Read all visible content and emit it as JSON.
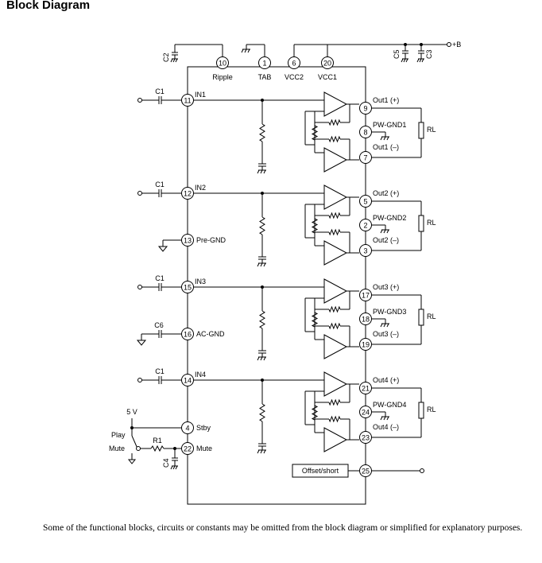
{
  "title": "Block Diagram",
  "caption": "Some of the functional blocks, circuits or constants may be omitted from the block diagram or simplified for explanatory purposes.",
  "top": {
    "supply": "+B",
    "c2": "C2",
    "c5": "C5",
    "c3": "C3",
    "ripple_pin": "10",
    "ripple": "Ripple",
    "tab_pin": "1",
    "tab": "TAB",
    "vcc2_pin": "6",
    "vcc2": "VCC2",
    "vcc1_pin": "20",
    "vcc1": "VCC1"
  },
  "inputs": [
    {
      "cap": "C1",
      "pin": "11",
      "name": "IN1"
    },
    {
      "cap": "C1",
      "pin": "12",
      "name": "IN2"
    },
    {
      "cap": "C1",
      "pin": "15",
      "name": "IN3"
    },
    {
      "cap": "C1",
      "pin": "14",
      "name": "IN4"
    }
  ],
  "pregnd": {
    "pin": "13",
    "name": "Pre-GND"
  },
  "acgnd": {
    "cap": "C6",
    "pin": "16",
    "name": "AC-GND"
  },
  "stby": {
    "supply": "5 V",
    "pin": "4",
    "name": "Stby"
  },
  "mute": {
    "play": "Play",
    "mute": "Mute",
    "r1": "R1",
    "c4": "C4",
    "pin": "22",
    "name": "Mute"
  },
  "channels": [
    {
      "plus_pin": "9",
      "plus": "Out1 (+)",
      "gnd_pin": "8",
      "gnd": "PW-GND1",
      "minus_pin": "7",
      "minus": "Out1 (–)",
      "load": "RL"
    },
    {
      "plus_pin": "5",
      "plus": "Out2 (+)",
      "gnd_pin": "2",
      "gnd": "PW-GND2",
      "minus_pin": "3",
      "minus": "Out2 (–)",
      "load": "RL"
    },
    {
      "plus_pin": "17",
      "plus": "Out3 (+)",
      "gnd_pin": "18",
      "gnd": "PW-GND3",
      "minus_pin": "19",
      "minus": "Out3 (–)",
      "load": "RL"
    },
    {
      "plus_pin": "21",
      "plus": "Out4 (+)",
      "gnd_pin": "24",
      "gnd": "PW-GND4",
      "minus_pin": "23",
      "minus": "Out4 (–)",
      "load": "RL"
    }
  ],
  "offset": {
    "label": "Offset/short",
    "pin": "25"
  }
}
